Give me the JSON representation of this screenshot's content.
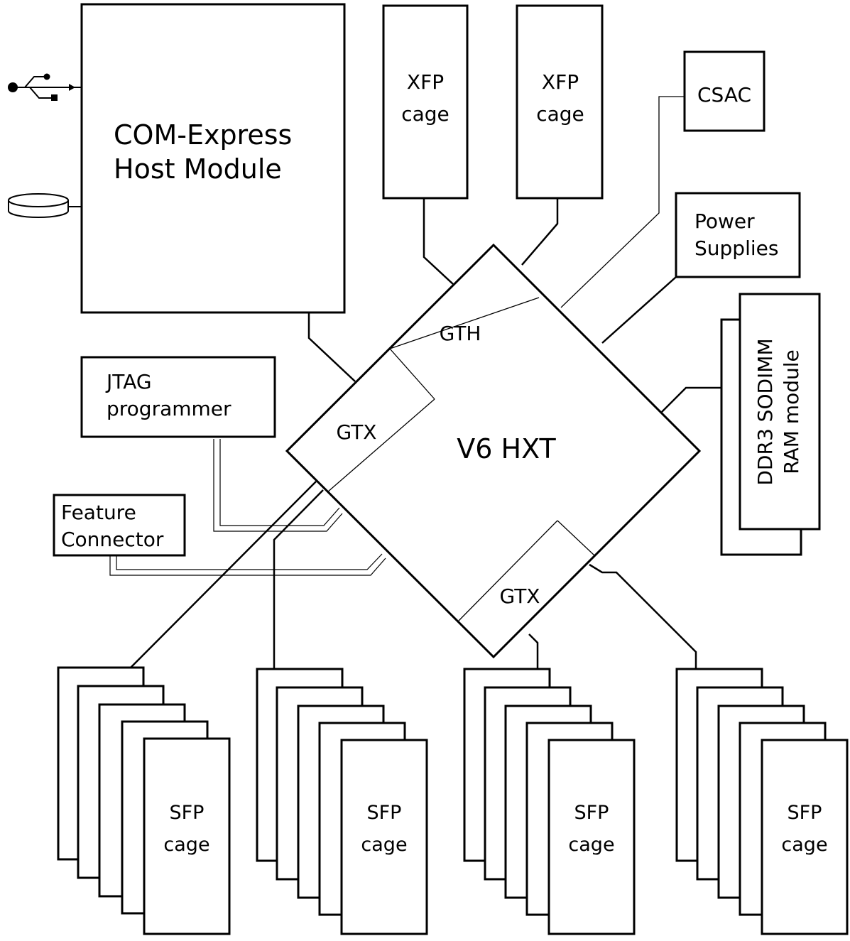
{
  "blocks": {
    "com_express": {
      "line1": "COM-Express",
      "line2": "Host Module"
    },
    "xfp_cage_1": {
      "line1": "XFP",
      "line2": "cage"
    },
    "xfp_cage_2": {
      "line1": "XFP",
      "line2": "cage"
    },
    "csac": {
      "label": "CSAC"
    },
    "power_supplies": {
      "line1": "Power",
      "line2": "Supplies"
    },
    "ddr3": {
      "line1": "DDR3 SODIMM",
      "line2": "RAM module"
    },
    "jtag": {
      "line1": "JTAG",
      "line2": "programmer"
    },
    "feature_connector": {
      "line1": "Feature",
      "line2": "Connector"
    },
    "fpga": {
      "label": "V6 HXT"
    },
    "gth": {
      "label": "GTH"
    },
    "gtx_left": {
      "label": "GTX"
    },
    "gtx_bottom": {
      "label": "GTX"
    },
    "sfp_groups": [
      {
        "line1": "SFP",
        "line2": "cage"
      },
      {
        "line1": "SFP",
        "line2": "cage"
      },
      {
        "line1": "SFP",
        "line2": "cage"
      },
      {
        "line1": "SFP",
        "line2": "cage"
      }
    ]
  },
  "icons": [
    "usb-icon",
    "disk-drive-icon"
  ]
}
